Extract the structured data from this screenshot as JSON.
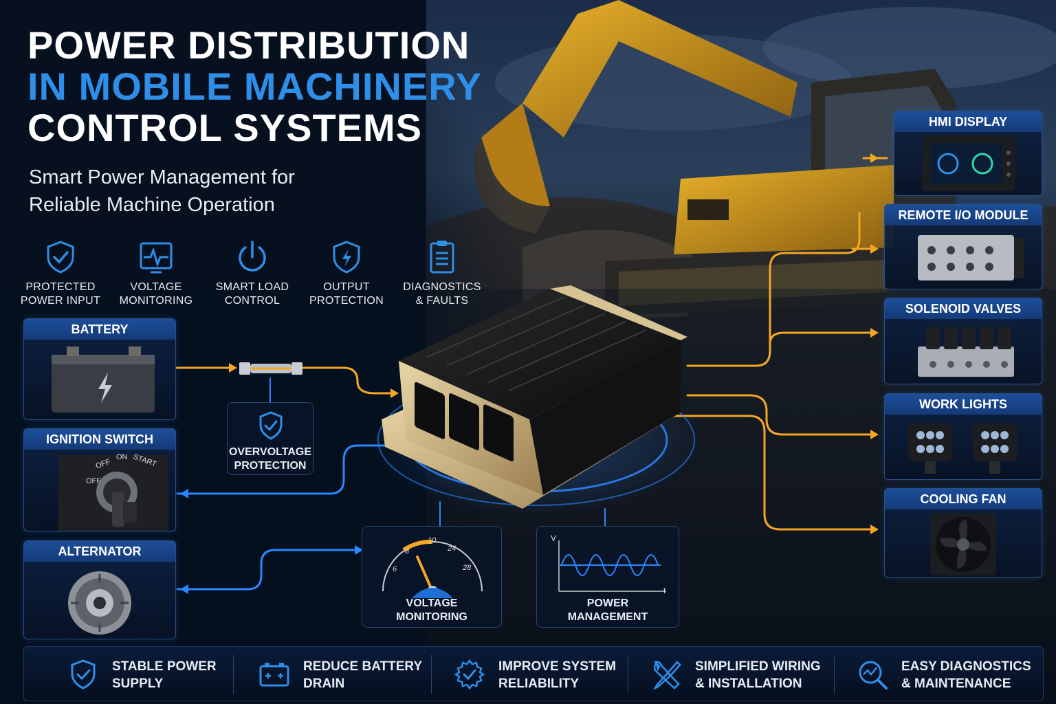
{
  "title": {
    "line1": "POWER DISTRIBUTION",
    "line2": "IN MOBILE MACHINERY",
    "line3": "CONTROL SYSTEMS"
  },
  "subtitle": {
    "line1": "Smart Power Management for",
    "line2": "Reliable Machine Operation"
  },
  "features": [
    {
      "icon": "shield-check-icon",
      "line1": "PROTECTED",
      "line2": "POWER INPUT"
    },
    {
      "icon": "waveform-monitor-icon",
      "line1": "VOLTAGE",
      "line2": "MONITORING"
    },
    {
      "icon": "power-icon",
      "line1": "SMART LOAD",
      "line2": "CONTROL"
    },
    {
      "icon": "shield-bolt-icon",
      "line1": "OUTPUT",
      "line2": "PROTECTION"
    },
    {
      "icon": "clipboard-icon",
      "line1": "DIAGNOSTICS",
      "line2": "& FAULTS"
    }
  ],
  "inputs": [
    {
      "label": "BATTERY",
      "icon": "battery-icon"
    },
    {
      "label": "IGNITION SWITCH",
      "icon": "ignition-key-icon"
    },
    {
      "label": "ALTERNATOR",
      "icon": "alternator-icon"
    }
  ],
  "ignition_positions": [
    "OFF",
    "ON",
    "START",
    "OFF"
  ],
  "overvoltage": {
    "line1": "OVERVOLTAGE",
    "line2": "PROTECTION",
    "icon": "shield-check-icon"
  },
  "gauge": {
    "ticks": [
      "8",
      "10",
      "24",
      "6",
      "28"
    ],
    "line1": "VOLTAGE",
    "line2": "MONITORING"
  },
  "power_chart": {
    "y_axis": "V",
    "x_axis": "t",
    "line1": "POWER",
    "line2": "MANAGEMENT"
  },
  "outputs": [
    {
      "label": "HMI DISPLAY",
      "icon": "display-icon"
    },
    {
      "label": "REMOTE I/O MODULE",
      "icon": "io-module-icon"
    },
    {
      "label": "SOLENOID VALVES",
      "icon": "valve-block-icon"
    },
    {
      "label": "WORK LIGHTS",
      "icon": "work-light-icon"
    },
    {
      "label": "COOLING FAN",
      "icon": "fan-icon"
    }
  ],
  "benefits": [
    {
      "icon": "shield-check-icon",
      "line1": "STABLE POWER",
      "line2": "SUPPLY"
    },
    {
      "icon": "battery-icon",
      "line1": "REDUCE BATTERY",
      "line2": "DRAIN"
    },
    {
      "icon": "gear-check-icon",
      "line1": "IMPROVE SYSTEM",
      "line2": "RELIABILITY"
    },
    {
      "icon": "wrench-screwdriver-icon",
      "line1": "SIMPLIFIED WIRING",
      "line2": "& INSTALLATION"
    },
    {
      "icon": "search-chart-icon",
      "line1": "EASY DIAGNOSTICS",
      "line2": "& MAINTENANCE"
    }
  ],
  "colors": {
    "accent_blue": "#2f8fe8",
    "wire_orange": "#f5a623",
    "wire_blue": "#2b86ff",
    "excavator_yellow": "#d79a1e",
    "background": "#06101f"
  }
}
